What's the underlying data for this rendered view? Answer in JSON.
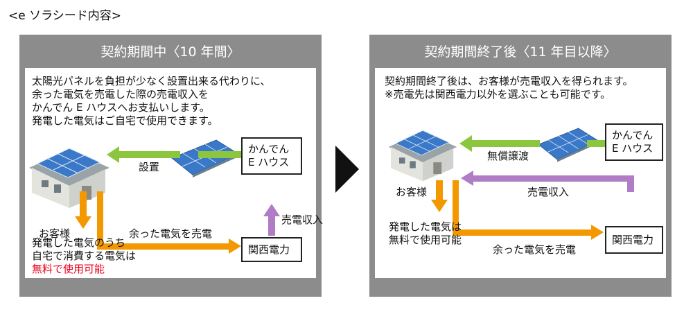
{
  "heading": "<e ソラシード内容>",
  "left_panel": {
    "title": "契約期間中〈10 年間〉",
    "description": [
      "太陽光パネルを負担が少なく設置出来る代わりに、",
      "余った電気を売電した際の売電収入を",
      "かんでん E ハウスへお支払いします。",
      "発電した電気はご自宅で使用できます。"
    ],
    "company_box": [
      "かんでん",
      "E ハウス"
    ],
    "utility_box": "関西電力",
    "install_label": "設置",
    "customer_label": "お客様",
    "surplus_label": "余った電気を売電",
    "income_label": "売電収入",
    "usage_note": [
      "発電した電気のうち",
      "自宅で消費する電気は"
    ],
    "usage_note_highlight": "無料で使用可能"
  },
  "right_panel": {
    "title": "契約期間終了後〈11 年目以降〉",
    "description": [
      "契約期間終了後は、お客様が売電収入を得られます。",
      "※売電先は関西電力以外を選ぶことも可能です。"
    ],
    "company_box": [
      "かんでん",
      "E ハウス"
    ],
    "utility_box": "関西電力",
    "transfer_label": "無償譲渡",
    "customer_label": "お客様",
    "income_label": "売電収入",
    "surplus_label": "余った電気を売電",
    "usage_note": [
      "発電した電気は",
      "無料で使用可能"
    ]
  },
  "colors": {
    "green": "#8cc63f",
    "orange": "#f39800",
    "purple": "#b07cc6",
    "red": "#e8001a",
    "panel_grey": "#8c8c8c",
    "solar_blue": "#3a78c8"
  },
  "icons": [
    "house-icon",
    "solar-panel-icon",
    "next-step-arrow-icon"
  ]
}
